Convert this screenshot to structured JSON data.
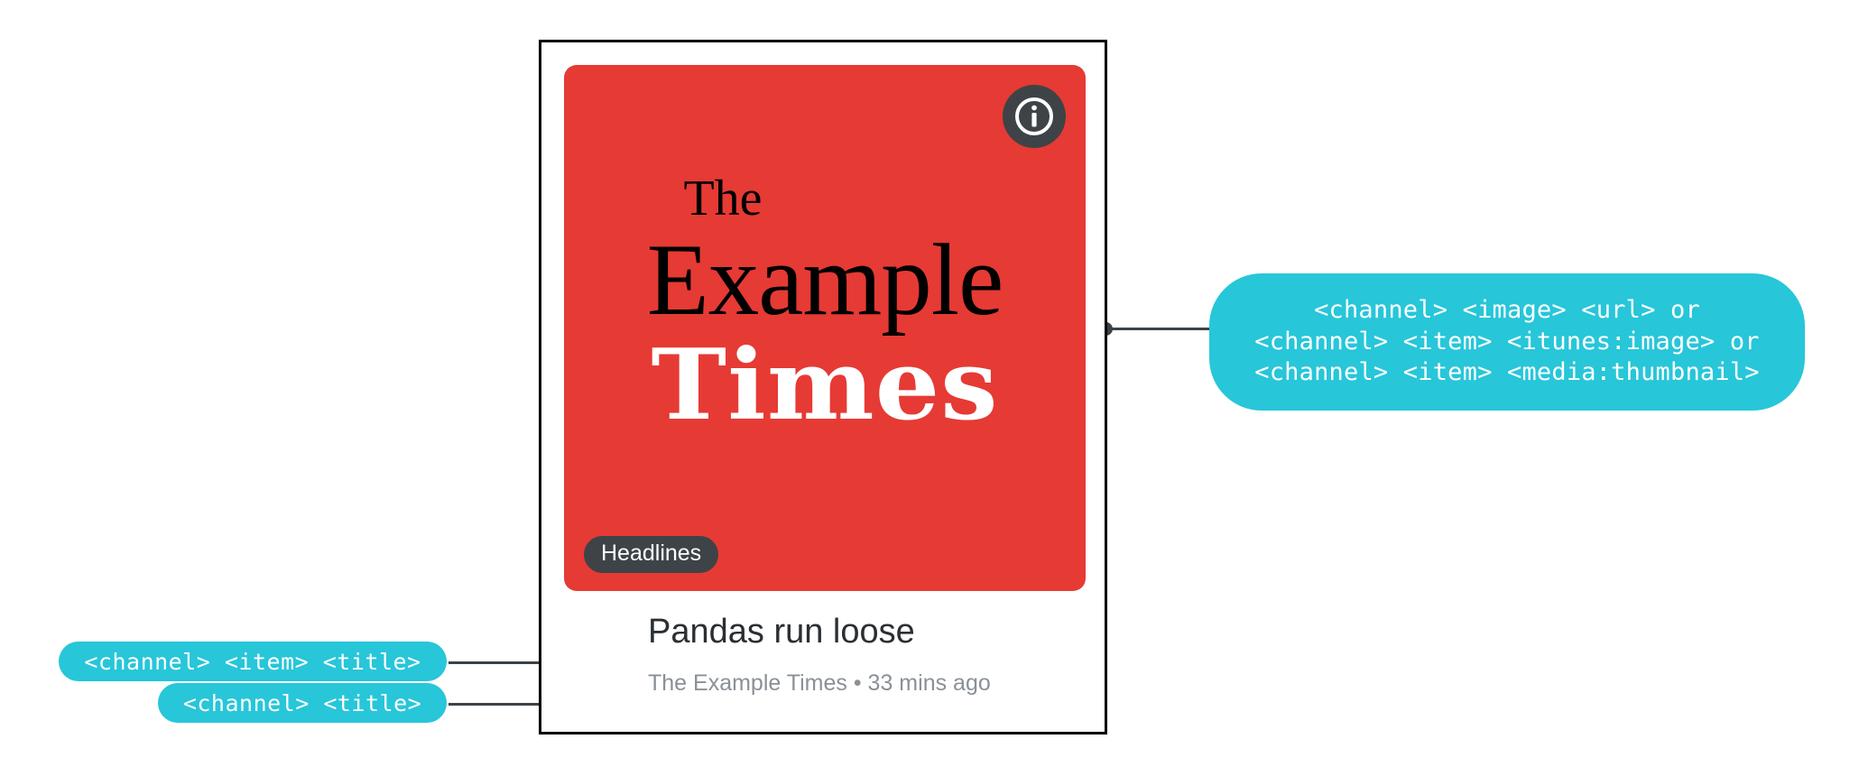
{
  "colors": {
    "brand_red": "#e63a34",
    "callout_cyan": "#27c6d9",
    "badge_dark": "#3e4347",
    "leader_gray": "#3b4248",
    "title_text": "#2a2f34",
    "meta_text": "#8a9097"
  },
  "card": {
    "masthead": {
      "line1": "The",
      "line2": "Example",
      "line3": "Times"
    },
    "info_button_label": "i",
    "category_badge": "Headlines",
    "title": "Pandas run loose",
    "meta": "The Example Times • 33 mins ago"
  },
  "annotations": {
    "image_source": "<channel> <image> <url> or\n<channel> <item> <itunes:image> or\n<channel> <item> <media:thumbnail>",
    "item_title": "<channel> <item> <title>",
    "channel_title": "<channel> <title>"
  }
}
